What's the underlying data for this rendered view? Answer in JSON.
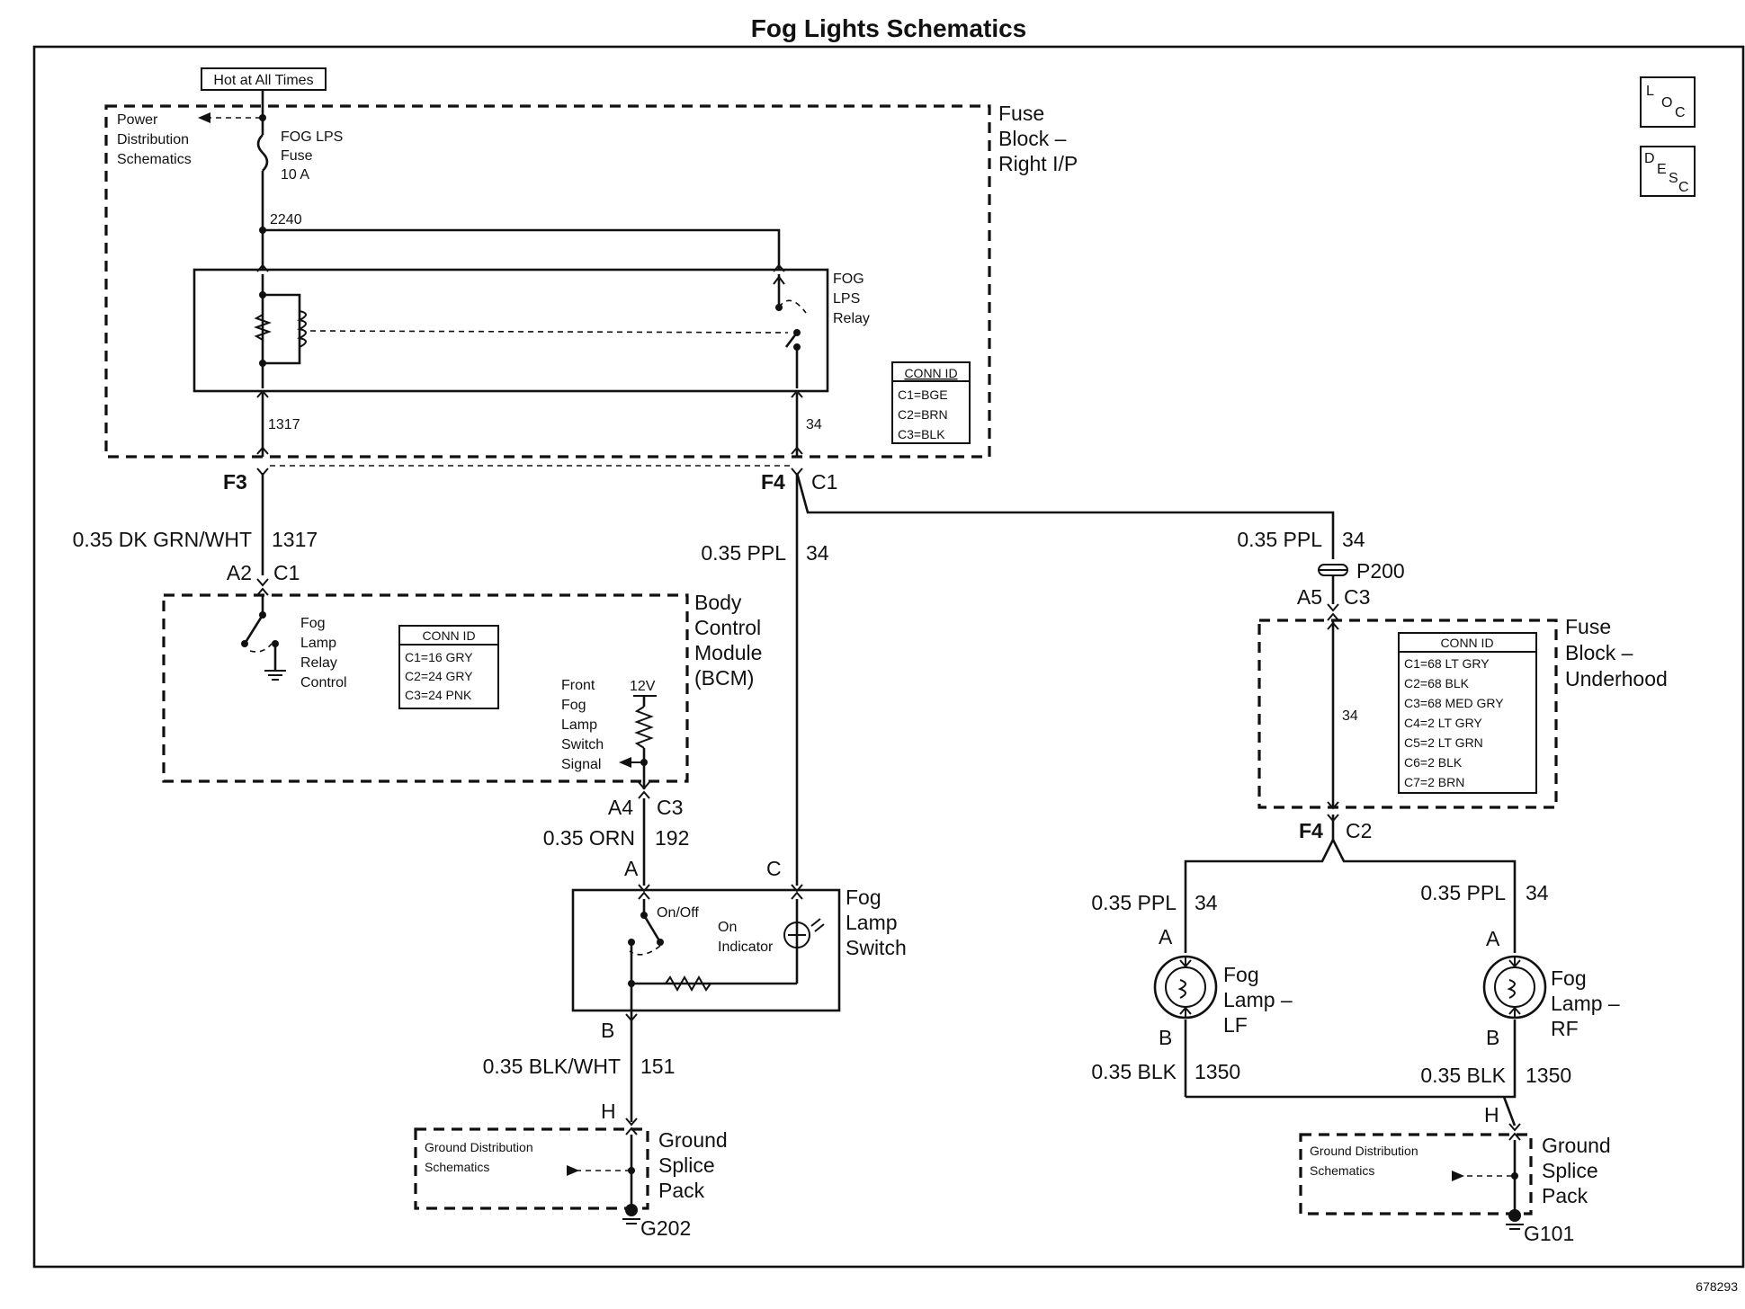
{
  "title": "Fog Lights Schematics",
  "figure_id": "678293",
  "icons": {
    "loc": [
      "L",
      "O",
      "C"
    ],
    "desc": [
      "D",
      "E",
      "S",
      "C"
    ]
  },
  "top": {
    "hot_label": "Hot at All Times",
    "power_dist": [
      "Power",
      "Distribution",
      "Schematics"
    ],
    "fuse_label": [
      "FOG LPS",
      "Fuse",
      "10 A"
    ],
    "circuit_2240": "2240",
    "relay_label": [
      "FOG",
      "LPS",
      "Relay"
    ],
    "fuse_block": [
      "Fuse",
      "Block –",
      "Right I/P"
    ],
    "conn_id": {
      "header": "CONN ID",
      "rows": [
        "C1=BGE",
        "C2=BRN",
        "C3=BLK"
      ]
    },
    "c1317": "1317",
    "c34": "34"
  },
  "connectors": {
    "f3": "F3",
    "f4": "F4",
    "c1_top": "C1",
    "a2": "A2",
    "c1_bcm": "C1",
    "a4": "A4",
    "c3_bcm": "C3",
    "a5": "A5",
    "c3_ub": "C3",
    "f4_ub": "F4",
    "c2_ub": "C2",
    "p200": "P200"
  },
  "wires": {
    "dkgrn": "0.35 DK GRN/WHT",
    "dkgrn_num": "1317",
    "ppl_mid": "0.35 PPL",
    "ppl_mid_num": "34",
    "ppl_right": "0.35 PPL",
    "ppl_right_num": "34",
    "orn": "0.35 ORN",
    "orn_num": "192",
    "blkwht": "0.35 BLK/WHT",
    "blkwht_num": "151",
    "ppl_lf": "0.35 PPL",
    "ppl_lf_num": "34",
    "ppl_rf": "0.35 PPL",
    "ppl_rf_num": "34",
    "blk_lf": "0.35 BLK",
    "blk_lf_num": "1350",
    "blk_rf": "0.35 BLK",
    "blk_rf_num": "1350",
    "ub_34": "34"
  },
  "bcm": {
    "label": [
      "Body",
      "Control",
      "Module",
      "(BCM)"
    ],
    "relay_ctrl": [
      "Fog",
      "Lamp",
      "Relay",
      "Control"
    ],
    "conn_id": {
      "header": "CONN ID",
      "rows": [
        "C1=16 GRY",
        "C2=24 GRY",
        "C3=24 PNK"
      ]
    },
    "switch_signal": [
      "Front",
      "Fog",
      "Lamp",
      "Switch",
      "Signal"
    ],
    "v12": "12V"
  },
  "switch": {
    "label": [
      "Fog",
      "Lamp",
      "Switch"
    ],
    "onoff": "On/Off",
    "indicator": [
      "On",
      "Indicator"
    ],
    "pin_a": "A",
    "pin_c": "C",
    "pin_b": "B",
    "pin_h": "H"
  },
  "underhood": {
    "label": [
      "Fuse",
      "Block –",
      "Underhood"
    ],
    "conn_id": {
      "header": "CONN ID",
      "rows": [
        "C1=68 LT GRY",
        "C2=68 BLK",
        "C3=68 MED GRY",
        "C4=2 LT GRY",
        "C5=2 LT GRN",
        "C6=2 BLK",
        "C7=2 BRN"
      ]
    }
  },
  "lamps": {
    "lf": [
      "Fog",
      "Lamp –",
      "LF"
    ],
    "rf": [
      "Fog",
      "Lamp –",
      "RF"
    ],
    "lf_a": "A",
    "lf_b": "B",
    "rf_a": "A",
    "rf_b": "B",
    "rf_h": "H"
  },
  "grounds": {
    "left_label": [
      "Ground Distribution",
      "Schematics"
    ],
    "left_splice": [
      "Ground",
      "Splice",
      "Pack"
    ],
    "g202": "G202",
    "right_label": [
      "Ground Distribution",
      "Schematics"
    ],
    "right_splice": [
      "Ground",
      "Splice",
      "Pack"
    ],
    "g101": "G101"
  }
}
